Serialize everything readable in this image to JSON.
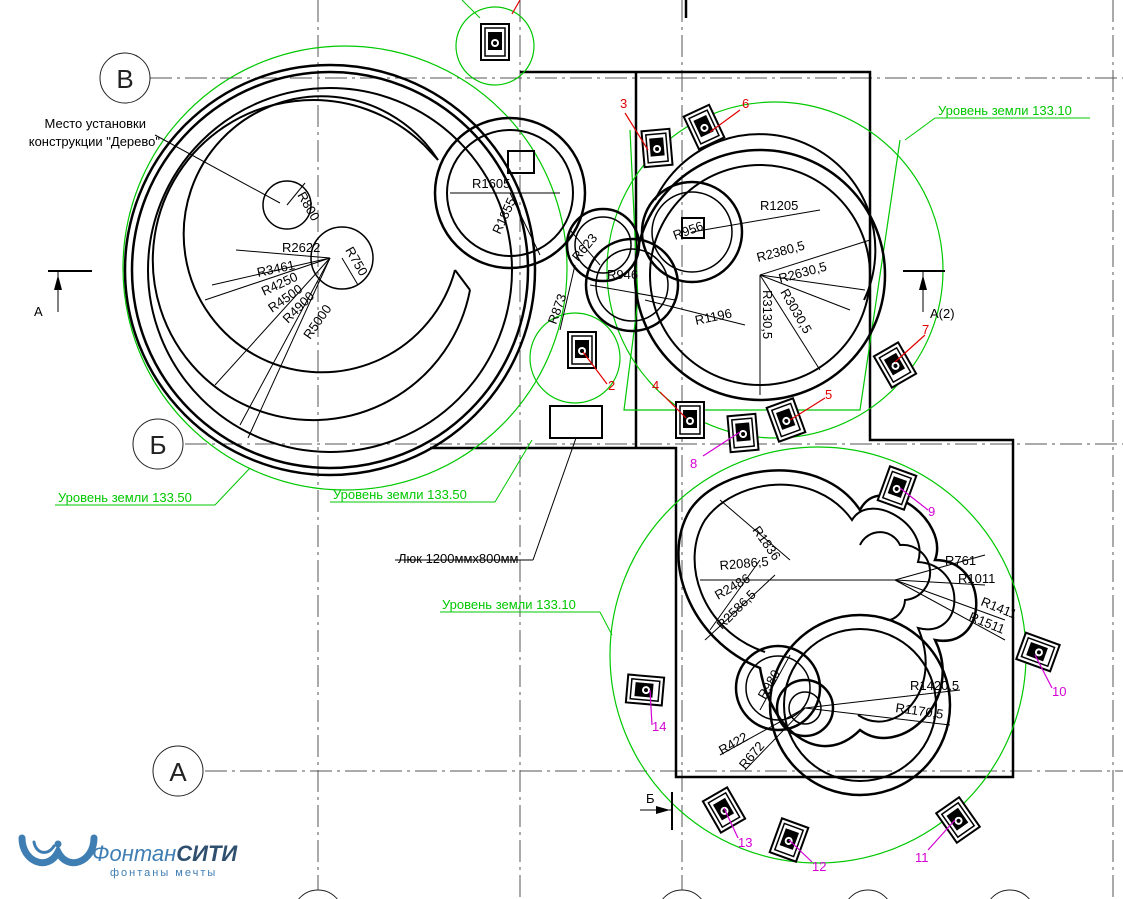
{
  "axes": {
    "B_upper": "В",
    "B_lower": "Б",
    "A": "А"
  },
  "sections": {
    "left": "А",
    "right": "А(2)",
    "bottom": "Б"
  },
  "annotations": {
    "tree_line1": "Место установки",
    "tree_line2": "конструкции \"Дерево\"",
    "hatch": "Люк 1200ммх800мм"
  },
  "ground_levels": {
    "left_outer": "Уровень земли 133.50",
    "left_inner": "Уровень земли 133.50",
    "top_right": "Уровень земли 133.10",
    "bottom_right": "Уровень земли 133.10"
  },
  "dimensions": {
    "pool1": [
      "R800",
      "R750",
      "R2622",
      "R3461",
      "R4250",
      "R4500",
      "R4900",
      "R5000"
    ],
    "pool2": [
      "R1605",
      "R1855"
    ],
    "pool3": [
      "R623",
      "R946",
      "R873",
      "R1196"
    ],
    "pool4": [
      "R956",
      "R1205",
      "R2380,5",
      "R2630,5",
      "R3030,5",
      "R3130,5"
    ],
    "pool5": [
      "R1836",
      "R2086,5",
      "R2486",
      "R2586,5",
      "R761",
      "R1011",
      "R1411",
      "R1511"
    ],
    "pool6": [
      "R980",
      "R1420,5",
      "R1170,5",
      "R422",
      "R672"
    ]
  },
  "equipment": {
    "red": [
      "3",
      "6",
      "7",
      "2",
      "4",
      "5"
    ],
    "magenta": [
      "8",
      "9",
      "10",
      "14",
      "13",
      "12",
      "11"
    ]
  },
  "logo": {
    "word1": "Фонтан",
    "word2": "СИТИ",
    "tagline": "фонтаны мечты"
  },
  "colors": {
    "green": "#00c800",
    "red": "#e00000",
    "magenta": "#d400d4",
    "logo_blue": "#3f7eb3"
  }
}
